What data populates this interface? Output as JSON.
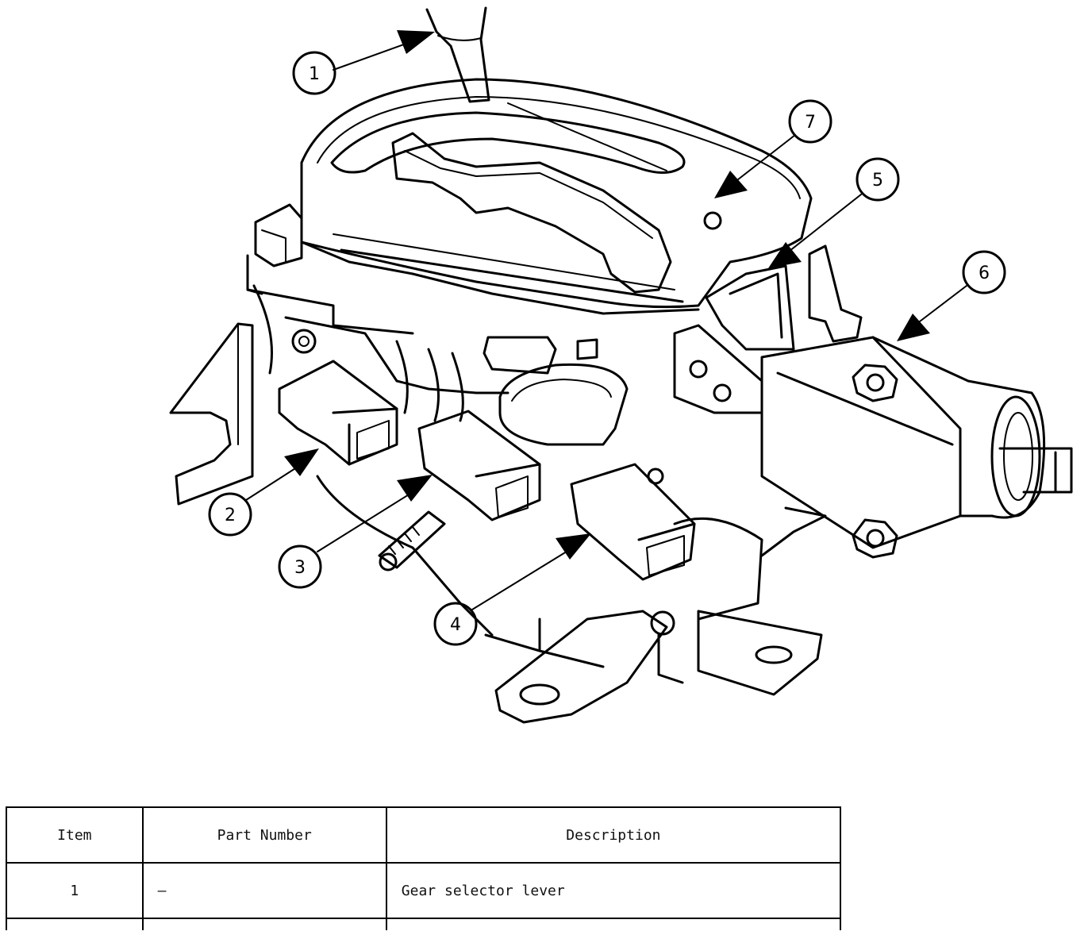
{
  "diagram": {
    "callouts": [
      {
        "number": "1"
      },
      {
        "number": "2"
      },
      {
        "number": "3"
      },
      {
        "number": "4"
      },
      {
        "number": "5"
      },
      {
        "number": "6"
      },
      {
        "number": "7"
      }
    ]
  },
  "table": {
    "headers": {
      "item": "Item",
      "part_number": "Part Number",
      "description": "Description"
    },
    "rows": [
      {
        "item": "1",
        "part_number": "—",
        "description": "Gear selector lever"
      }
    ]
  }
}
